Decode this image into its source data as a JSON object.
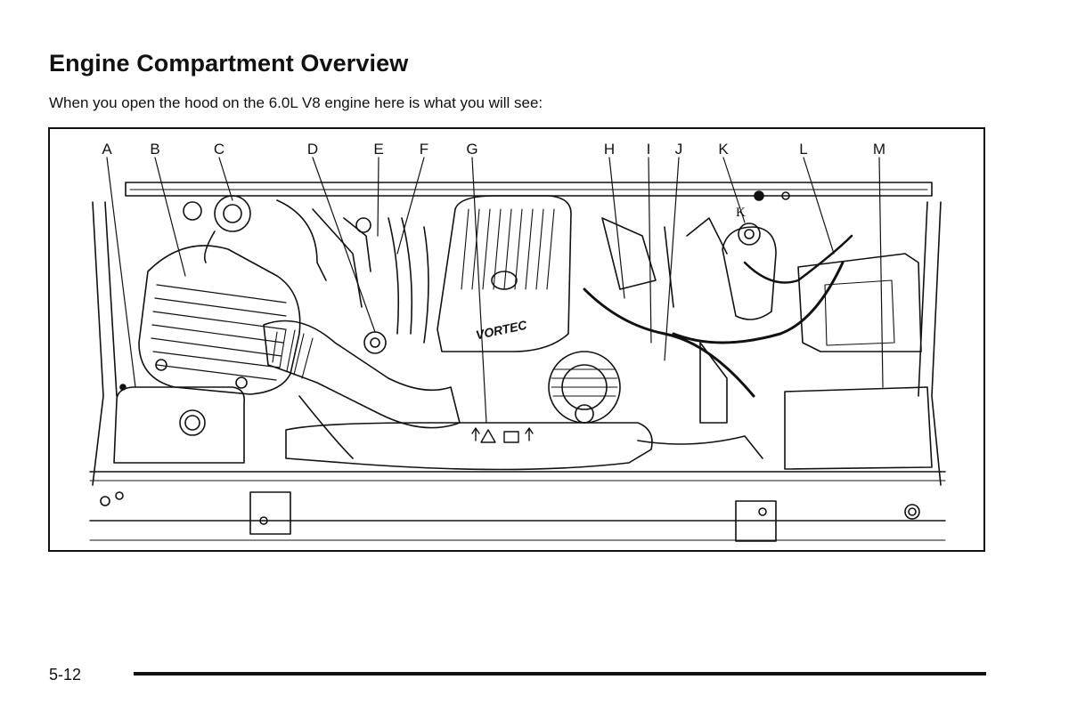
{
  "page": {
    "title": "Engine Compartment Overview",
    "intro": "When you open the hood on the 6.0L V8 engine here is what you will see:",
    "page_number": "5-12"
  },
  "figure": {
    "callouts": [
      "A",
      "B",
      "C",
      "D",
      "E",
      "F",
      "G",
      "H",
      "I",
      "J",
      "K",
      "L",
      "M"
    ],
    "inline_label_k": "K",
    "engine_cover_text": "VORTEC"
  }
}
